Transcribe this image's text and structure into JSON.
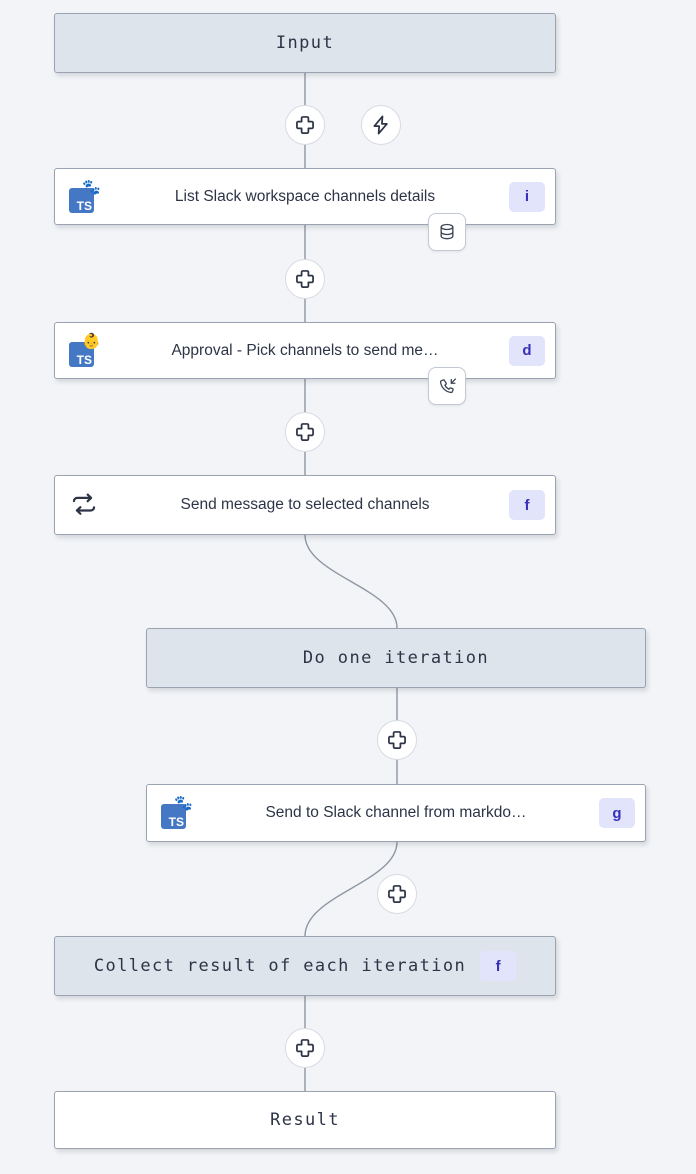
{
  "canvas": {
    "background_color": "#f2f4f7",
    "edge_color": "#8e96a3",
    "accent_badge_bg": "#e2e4fb",
    "accent_badge_fg": "#3730b8",
    "terminal_fill": "#dee4ec",
    "node_border": "#9aa3b2",
    "ts_tile_color": "#4478c4"
  },
  "nodes": {
    "input": {
      "label": "Input",
      "type": "terminal"
    },
    "list_channels": {
      "title": "List Slack workspace channels details",
      "badge": "i",
      "language_icon": "typescript-icon",
      "overlay_icon": "deno-icon",
      "attachment_icon": "database-icon"
    },
    "approval": {
      "title": "Approval - Pick channels to send me…",
      "badge": "d",
      "language_icon": "typescript-icon",
      "overlay_icon": "baby-face-icon",
      "attachment_icon": "phone-incoming-icon"
    },
    "forloop": {
      "title": "Send message to selected channels",
      "badge": "f",
      "icon": "repeat-loop-icon"
    },
    "do_one_iteration": {
      "label": "Do one iteration",
      "type": "terminal"
    },
    "send_to_slack": {
      "title": "Send to Slack channel from markdo…",
      "badge": "g",
      "language_icon": "typescript-icon",
      "overlay_icon": "deno-icon"
    },
    "collect_result": {
      "label": "Collect result of each iteration",
      "badge": "f",
      "type": "terminal"
    },
    "result": {
      "label": "Result",
      "type": "terminal-white"
    }
  },
  "handles": [
    {
      "name": "add-step-after-input",
      "icon": "plus-icon"
    },
    {
      "name": "add-trigger-after-input",
      "icon": "lightning-bolt-icon"
    },
    {
      "name": "add-step-after-list-channels",
      "icon": "plus-icon"
    },
    {
      "name": "add-step-after-approval",
      "icon": "plus-icon"
    },
    {
      "name": "add-step-inside-loop",
      "icon": "plus-icon"
    },
    {
      "name": "add-step-after-send-to-slack",
      "icon": "plus-icon"
    },
    {
      "name": "add-step-after-collect-result",
      "icon": "plus-icon"
    }
  ]
}
